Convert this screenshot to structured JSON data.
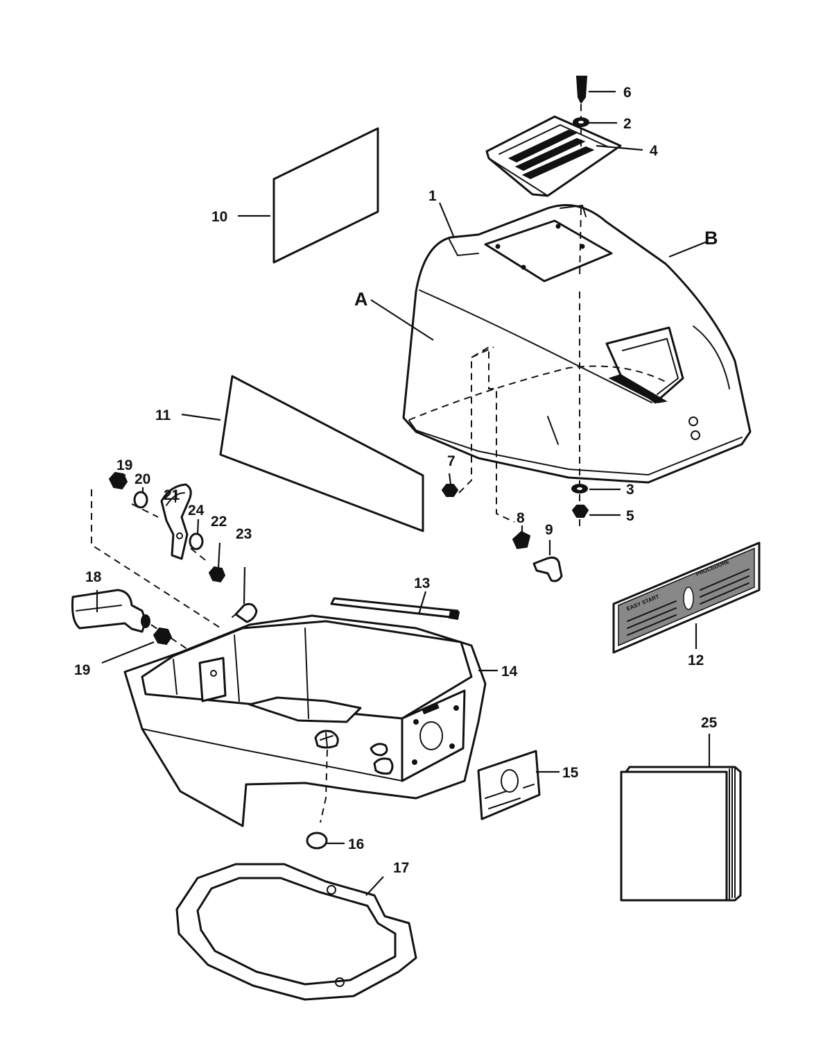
{
  "callouts": {
    "c1": "1",
    "c2": "2",
    "c3": "3",
    "c4": "4",
    "c5": "5",
    "c6": "6",
    "c7": "7",
    "c8": "8",
    "c9": "9",
    "c10": "10",
    "c11": "11",
    "c12": "12",
    "c13": "13",
    "c14": "14",
    "c15": "15",
    "c16": "16",
    "c17": "17",
    "c18": "18",
    "c19a": "19",
    "c19b": "19",
    "c20": "20",
    "c21": "21",
    "c22": "22",
    "c23": "23",
    "c24": "24",
    "c25": "25",
    "cA": "A",
    "cB": "B"
  },
  "decal_12": {
    "left_heading": "EASY START",
    "right_heading": "PROCEDURE"
  },
  "colors": {
    "line": "#111111",
    "background": "#ffffff",
    "shade": "#888888"
  }
}
